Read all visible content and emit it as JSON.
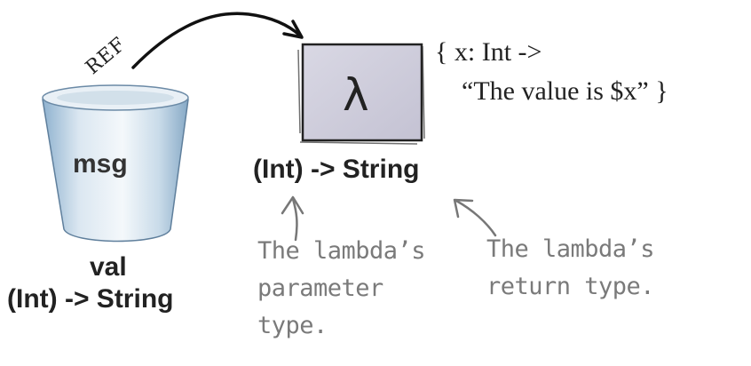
{
  "variable": {
    "ref_label": "REF",
    "name": "msg",
    "keyword": "val",
    "type": "(Int) -> String"
  },
  "lambda_object": {
    "symbol": "λ",
    "type": "(Int) -> String",
    "code_line1": "{ x: Int ->",
    "code_line2": "“The value is $x” }"
  },
  "annotations": {
    "parameter": [
      "The lambda’s",
      "parameter",
      "type."
    ],
    "return": [
      "The lambda’s",
      "return type."
    ]
  }
}
